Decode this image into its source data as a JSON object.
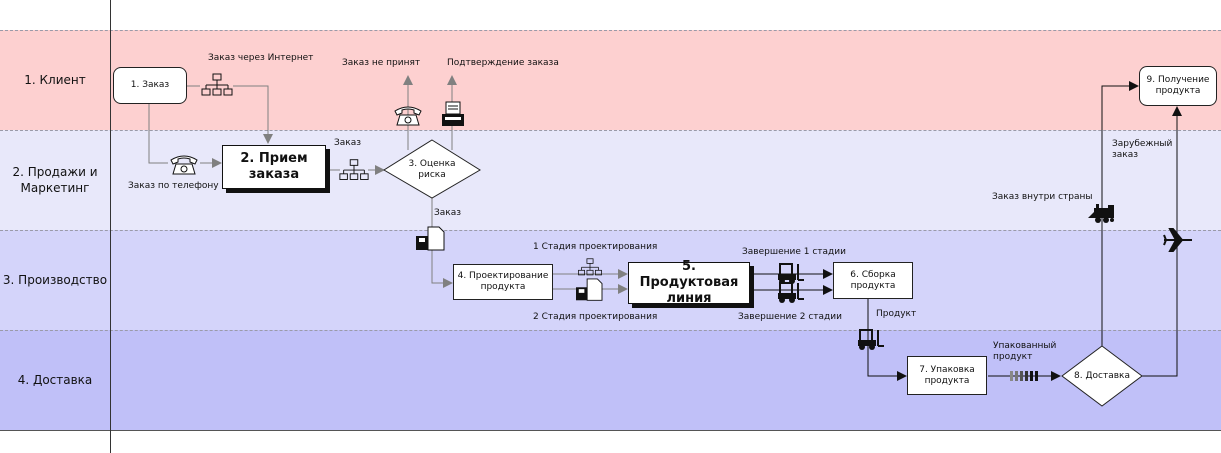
{
  "lanes": [
    {
      "label": "1. Клиент",
      "color": "#fdd0d0"
    },
    {
      "label": "2. Продажи и Маркетинг",
      "color": "#e8e8fa"
    },
    {
      "label": "3. Производство",
      "color": "#d4d4fa"
    },
    {
      "label": "4. Доставка",
      "color": "#c0c0f8"
    }
  ],
  "nodes": {
    "order": "1. Заказ",
    "receive": "2. Прием заказа",
    "risk": "3. Оценка риска",
    "design": "4. Проектирование продукта",
    "line": "5. Продуктовая линия",
    "assembly": "6. Сборка продукта",
    "packing": "7. Упаковка продукта",
    "delivery": "8. Доставка",
    "receipt": "9. Получение продукта"
  },
  "labels": {
    "internet_order": "Заказ через Интернет",
    "phone_order": "Заказ по телефону",
    "order_to_risk": "Заказ",
    "not_accepted": "Заказ не принят",
    "confirmation": "Подтверждение заказа",
    "order_to_design": "Заказ",
    "stage1_design": "1 Стадия проектирования",
    "stage2_design": "2 Стадия проектирования",
    "stage1_done": "Завершение 1 стадии",
    "stage2_done": "Завершение 2 стадии",
    "product": "Продукт",
    "packed_product": "Упакованный продукт",
    "domestic": "Заказ внутри страны",
    "foreign": "Зарубежный заказ"
  },
  "colors": {
    "line": "#222222",
    "gray_arrow": "#808080"
  }
}
